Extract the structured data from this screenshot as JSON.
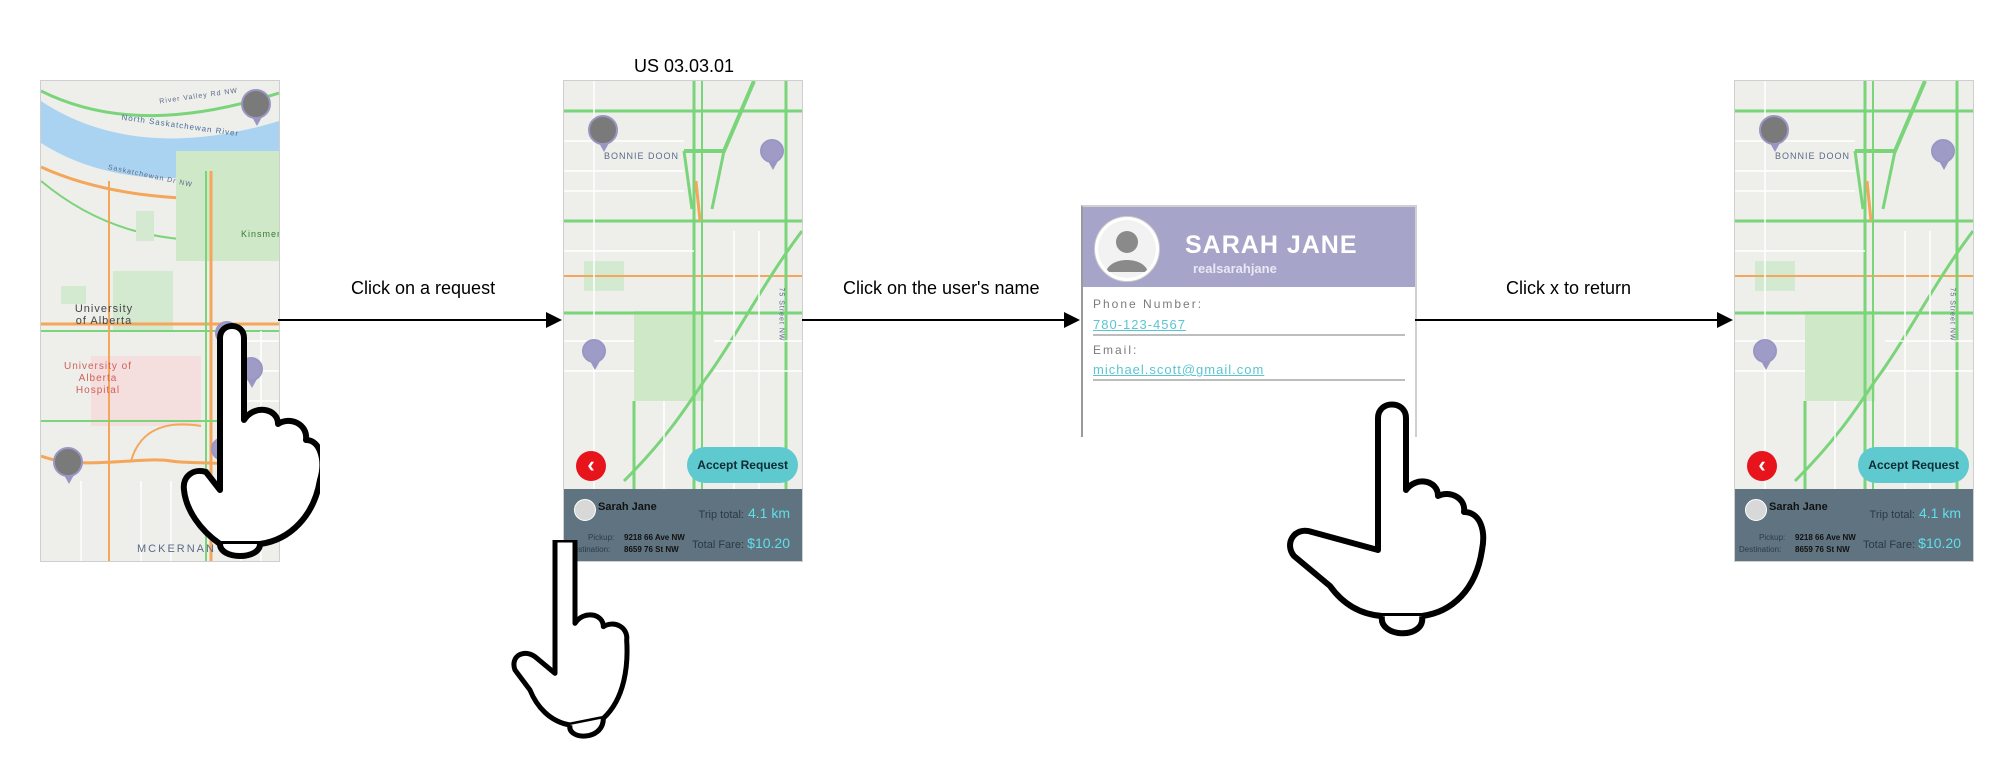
{
  "header": {
    "story_id": "US 03.03.01"
  },
  "steps": [
    {
      "caption": "Click on a request"
    },
    {
      "caption": "Click on the user's name"
    },
    {
      "caption": "Click x to return"
    }
  ],
  "screen1": {
    "map_labels": {
      "road1": "River Valley Rd NW",
      "river": "North Saskatchewan River",
      "road2": "Saskatchewan Dr NW",
      "kinsmen": "Kinsmen",
      "university": "University of Alberta",
      "hospital": "University of Alberta Hospital",
      "mckernan": "MCKERNAN"
    }
  },
  "screen2": {
    "map_labels": {
      "bonnie_doon": "BONNIE DOON",
      "street": "75 Street NW"
    },
    "accept_label": "Accept Request",
    "rider_name": "Sarah Jane",
    "pickup_label": "Pickup:",
    "pickup_value": "9218 66 Ave NW",
    "destination_label": "Destination:",
    "destination_value": "8659 76 St NW",
    "trip_total_label": "Trip total:",
    "trip_total_value": "4.1 km",
    "total_fare_label": "Total Fare:",
    "total_fare_value": "$10.20"
  },
  "profile": {
    "full_name": "SARAH JANE",
    "username": "realsarahjane",
    "phone_label": "Phone Number:",
    "phone_value": "780-123-4567",
    "email_label": "Email:",
    "email_value": "michael.scott@gmail.com",
    "close_label": "×"
  },
  "screen4": {
    "map_labels": {
      "bonnie_doon": "BONNIE DOON",
      "street": "75 Street NW"
    },
    "accept_label": "Accept Request",
    "rider_name": "Sarah Jane",
    "pickup_label": "Pickup:",
    "pickup_value": "9218 66 Ave NW",
    "destination_label": "Destination:",
    "destination_value": "8659 76 St NW",
    "trip_total_label": "Trip total:",
    "trip_total_value": "4.1 km",
    "total_fare_label": "Total Fare:",
    "total_fare_value": "$10.20"
  },
  "colors": {
    "road_green": "#7ad47a",
    "road_orange": "#f4a65a",
    "river": "#aad3f1",
    "accent_cyan": "#5ec9cf",
    "profile_header": "#a6a4c8",
    "panel": "#5f7380",
    "back_red": "#e8141c"
  },
  "icons": [
    "hand-pointer-icon",
    "back-arrow-icon",
    "avatar-icon",
    "car-icon",
    "close-icon"
  ]
}
